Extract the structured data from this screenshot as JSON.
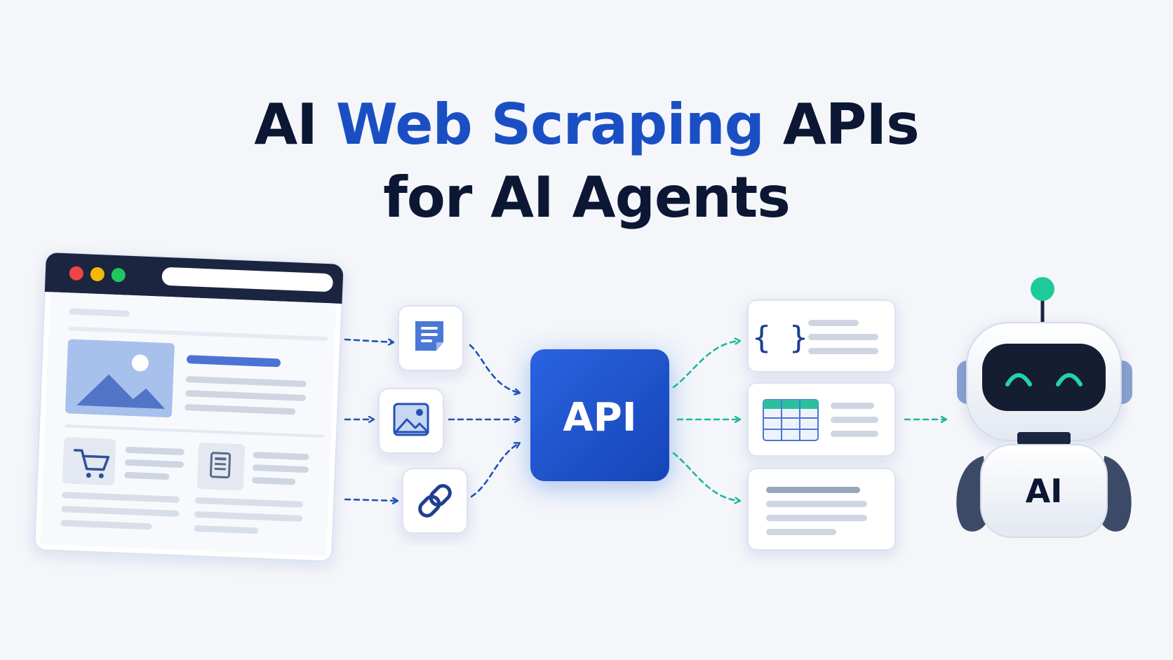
{
  "title": {
    "line1_part1": "AI",
    "line1_accent": "Web Scraping",
    "line1_part2": "APIs",
    "line2": "for AI Agents"
  },
  "api_box": {
    "label": "API"
  },
  "robot": {
    "chest_label": "AI"
  },
  "json_card": {
    "glyph": "{ }"
  },
  "colors": {
    "title_dark": "#0b1733",
    "title_accent": "#1a4fc4",
    "api_blue": "#1c56d4",
    "input_arrow_blue": "#2451b5",
    "output_arrow_teal": "#1fb89a",
    "robot_eyes": "#22d3b0",
    "antenna": "#1ec99a",
    "window_bar": "#1b2540",
    "dot_red": "#ef4444",
    "dot_yellow": "#f5b800",
    "dot_green": "#22c55e"
  },
  "icons": {
    "input_1": "document-icon",
    "input_2": "image-icon",
    "input_3": "link-icon",
    "window_cart": "shopping-cart-icon",
    "window_doc": "newspaper-icon",
    "window_image": "landscape-image-icon",
    "output_1": "json-braces-icon",
    "output_2": "table-icon",
    "output_3": "text-lines-icon",
    "agent": "robot-icon"
  }
}
